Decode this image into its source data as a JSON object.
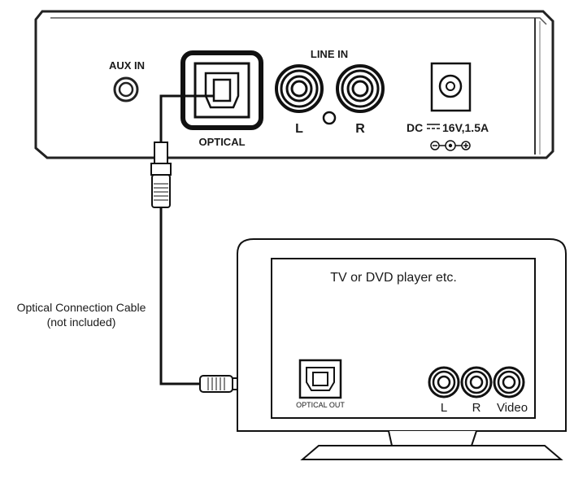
{
  "device": {
    "aux_in_label": "AUX IN",
    "optical_label": "OPTICAL",
    "line_in_label": "LINE IN",
    "line_left_label": "L",
    "line_right_label": "R",
    "dc_label": "DC",
    "dc_rating": "16V,1.5A"
  },
  "cable": {
    "label_line1": "Optical Connection Cable",
    "label_line2": "(not included)"
  },
  "tv": {
    "title": "TV or DVD player etc.",
    "optical_out_label": "OPTICAL OUT",
    "left_label": "L",
    "right_label": "R",
    "video_label": "Video"
  }
}
